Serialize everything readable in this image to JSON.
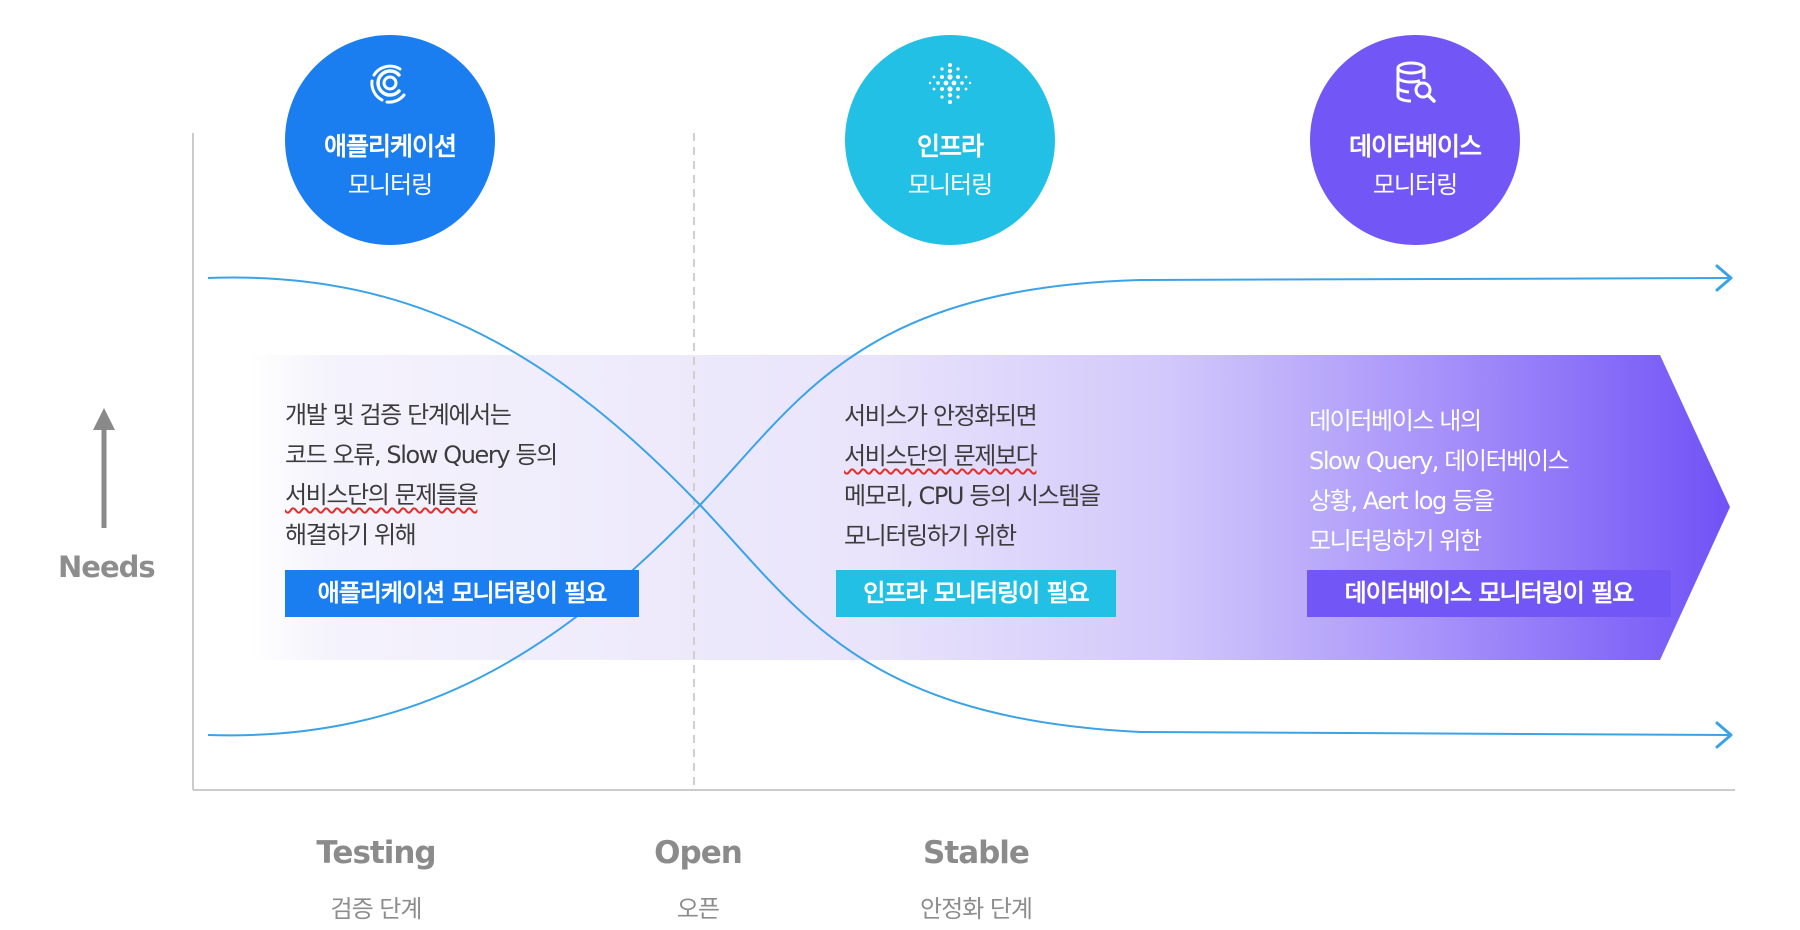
{
  "y_axis_label": "Needs",
  "phases": [
    {
      "en": "Testing",
      "ko": "검증 단계"
    },
    {
      "en": "Open",
      "ko": "오픈"
    },
    {
      "en": "Stable",
      "ko": "안정화 단계"
    }
  ],
  "sections": [
    {
      "title": "애플리케이션",
      "subtitle": "모니터링",
      "icon": "app-monitoring-icon",
      "color": "#1a7ef0",
      "lines": [
        "개발 및 검증 단계에서는",
        "코드 오류, Slow Query 등의",
        "서비스단의 문제들을",
        "해결하기 위해"
      ],
      "tag": "애플리케이션 모니터링이 필요"
    },
    {
      "title": "인프라",
      "subtitle": "모니터링",
      "icon": "infra-monitoring-icon",
      "color": "#23c0e6",
      "lines": [
        "서비스가 안정화되면",
        "서비스단의 문제보다",
        "메모리, CPU 등의 시스템을",
        "모니터링하기 위한"
      ],
      "tag": "인프라 모니터링이 필요"
    },
    {
      "title": "데이터베이스",
      "subtitle": "모니터링",
      "icon": "database-monitoring-icon",
      "color": "#7357f6",
      "lines": [
        "데이터베이스 내의",
        "Slow Query, 데이터베이스",
        "상황, Aert log 등을",
        "모니터링하기 위한"
      ],
      "tag": "데이터베이스 모니터링이 필요"
    }
  ],
  "colors": {
    "curve": "#3aa3e8",
    "band_start": "#f4f2fc",
    "band_end": "#7357f6",
    "axis": "#cccccc",
    "divider": "#cfcfcf"
  }
}
